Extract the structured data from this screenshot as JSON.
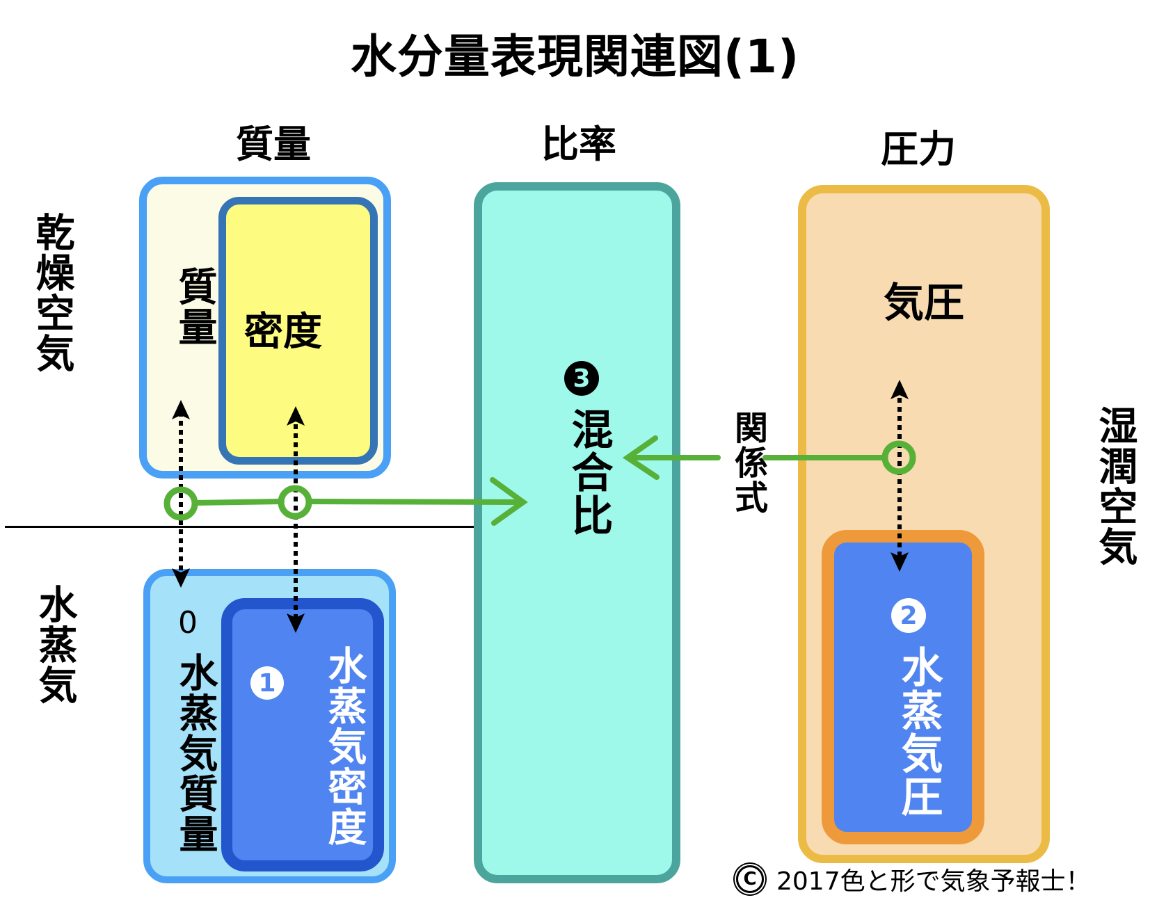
{
  "title": "水分量表現関連図(1)",
  "columns": {
    "mass": "質量",
    "ratio": "比率",
    "pressure": "圧力"
  },
  "rows": {
    "dry_air": "乾燥空気",
    "water_vapor": "水蒸気",
    "moist_air": "湿潤空気"
  },
  "boxes": {
    "dry_mass": "質量",
    "dry_density": "密度",
    "vapor_mass": "水蒸気質量",
    "vapor_mass_zero": "0",
    "vapor_density": "水蒸気密度",
    "vapor_density_badge": "1",
    "mixing_ratio": "混合比",
    "mixing_ratio_badge": "3",
    "air_pressure": "気圧",
    "vapor_pressure": "水蒸気圧",
    "vapor_pressure_badge": "2"
  },
  "relation_label": "関係式",
  "copyright": {
    "symbol": "C",
    "text": "2017色と形で気象予報士！"
  },
  "colors": {
    "dry_outer_border": "#4aa0f5",
    "dry_outer_fill": "#fcfbe6",
    "density_border": "#3574b5",
    "density_fill": "#fdfb80",
    "vapor_outer_border": "#4aa0f5",
    "vapor_outer_fill": "#a6e1fa",
    "vapor_inner_border": "#2355cc",
    "vapor_inner_fill": "#5084f0",
    "ratio_border": "#4ba59c",
    "ratio_fill": "#9ef9eb",
    "pressure_border": "#ecbb45",
    "pressure_fill": "#f8dbb0",
    "vapor_pressure_border": "#ef9a3a",
    "vapor_pressure_fill": "#5084f0",
    "arrow_green": "#57b038"
  }
}
